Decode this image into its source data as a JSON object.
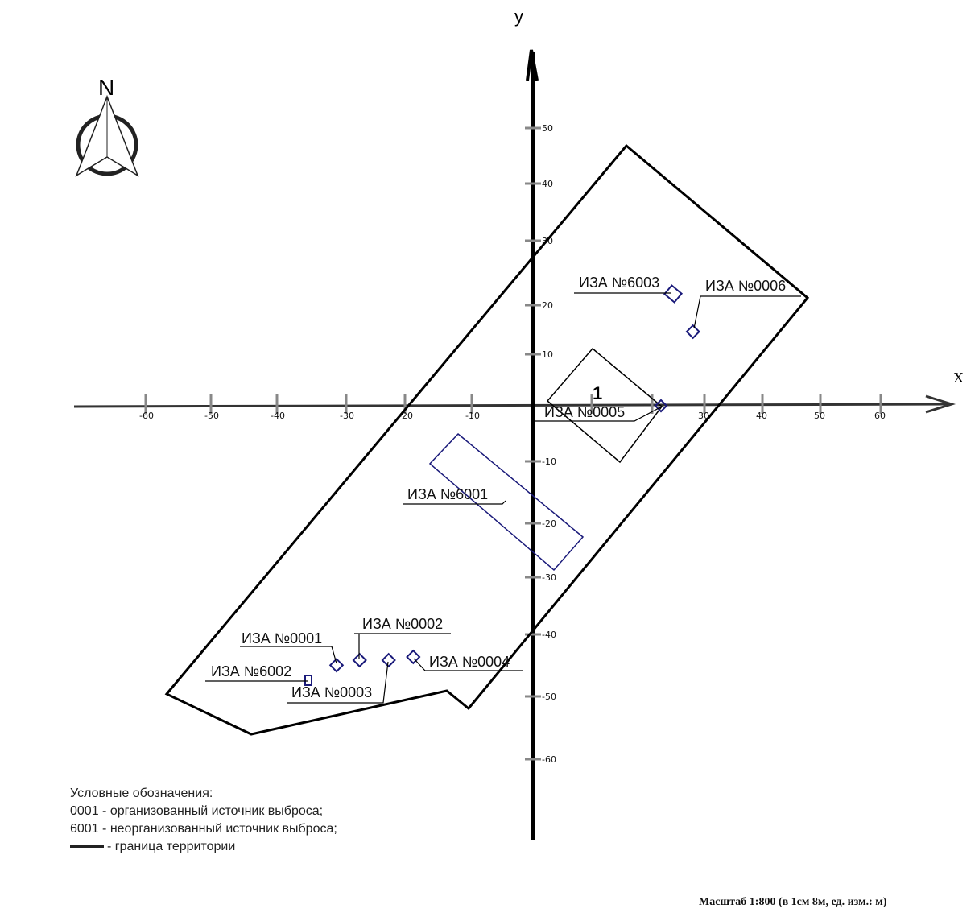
{
  "axes": {
    "x_label": "X",
    "y_label": "у"
  },
  "x_ticks": [
    "-60",
    "-50",
    "-40",
    "-30",
    "-20",
    "-10",
    "30",
    "40",
    "50",
    "60"
  ],
  "y_ticks": [
    "50",
    "40",
    "30",
    "20",
    "10",
    "-10",
    "-20",
    "-30",
    "-40",
    "-50",
    "-60"
  ],
  "north_label": "N",
  "zone_label": "1",
  "sources": [
    {
      "label": "ИЗА №6003"
    },
    {
      "label": "ИЗА №0006"
    },
    {
      "label": "ИЗА №0005"
    },
    {
      "label": "ИЗА №6001"
    },
    {
      "label": "ИЗА №0001"
    },
    {
      "label": "ИЗА №0002"
    },
    {
      "label": "ИЗА №6002"
    },
    {
      "label": "ИЗА №0003"
    },
    {
      "label": "ИЗА №0004"
    }
  ],
  "legend": {
    "title": "Условные обозначения:",
    "items": [
      "0001 - организованный источник выброса;",
      "6001 - неорганизованный источник выброса;",
      "- граница территории"
    ]
  },
  "scale": "Масштаб 1:800 (в 1см 8м, ед. изм.: м)",
  "colors": {
    "source": "#1a1a7a",
    "line": "#000000",
    "tick": "#888888"
  }
}
